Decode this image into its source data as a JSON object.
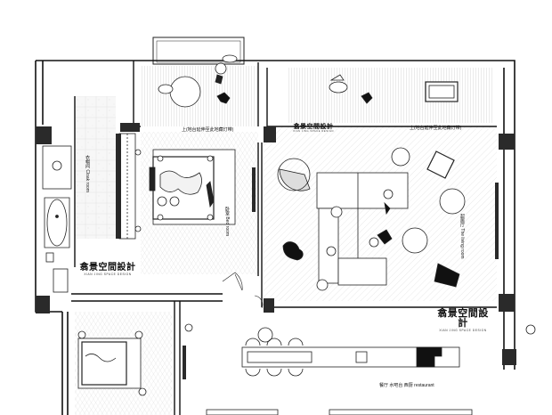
{
  "watermarks": [
    {
      "cn": "翕景空間設計",
      "en": "XIAN JING SPACE DESIGN"
    },
    {
      "cn": "翕景空間設計",
      "en": "XIAN JING SPACE DESIGN"
    },
    {
      "cn": "翕景空間設計",
      "en": "XIAN JING SPACE DESIGN"
    }
  ],
  "labels": {
    "bedroom_tip": "上(地台延伸至此地藏灯带)",
    "living_tip": "上(地台延伸至此地藏灯带)",
    "bedroom": "卧室 Bed room",
    "living": "起居厅 The living room",
    "cloak": "衣帽间 Cloak room",
    "restaurant": "餐厅 水吧台 西厨 restaurant"
  }
}
